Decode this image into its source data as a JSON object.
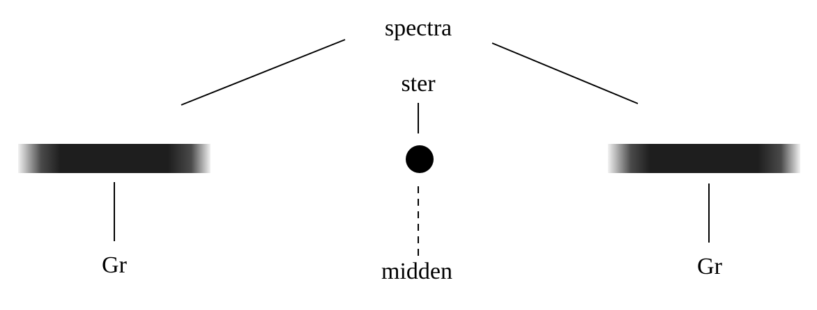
{
  "labels": {
    "top": "spectra",
    "star": "ster",
    "center": "midden",
    "left_grating": "Gr",
    "right_grating": "Gr"
  },
  "colors": {
    "line": "#000000",
    "band_dark": "#1a1a1a",
    "band_edge": "#f2f2f2",
    "background": "#ffffff"
  }
}
